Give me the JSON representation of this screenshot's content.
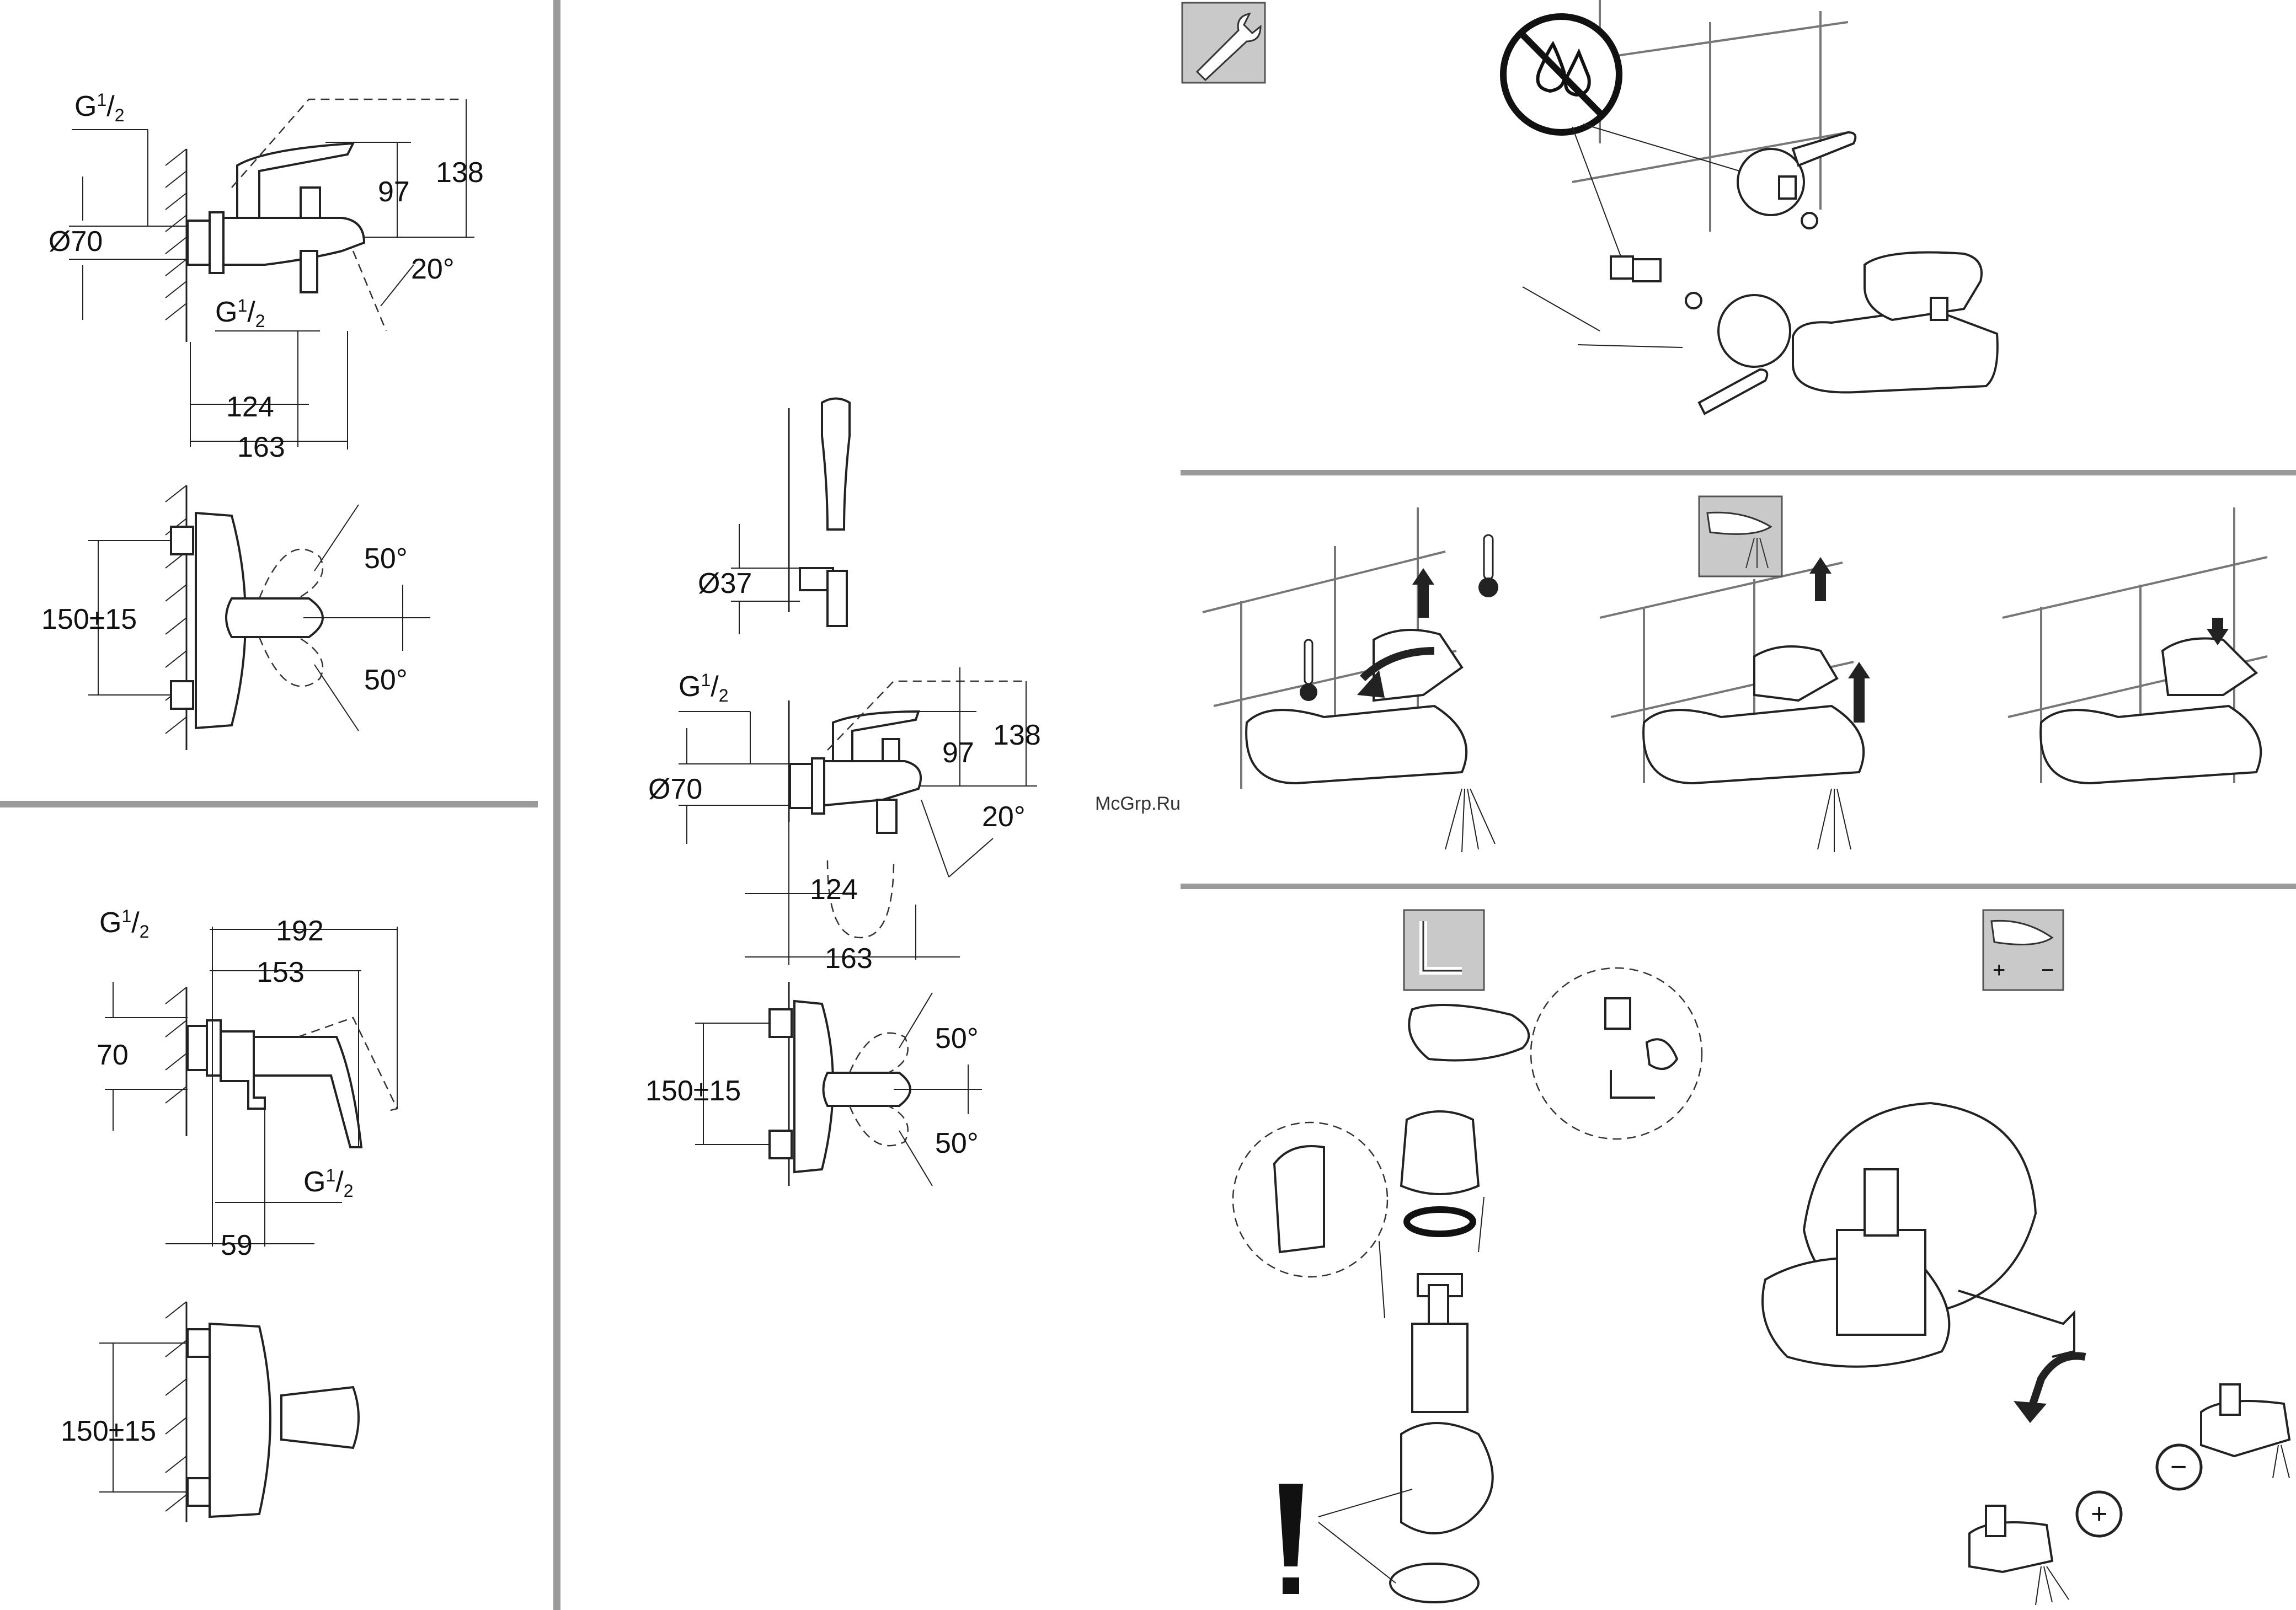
{
  "watermark": "McGrp.Ru",
  "dimensions": {
    "bath_top": {
      "g_half_1": "G",
      "g_half_1_frac_num": "1",
      "g_half_1_frac_den": "2",
      "dia70": "Ø70",
      "h97": "97",
      "h138": "138",
      "angle20": "20°",
      "g_half_2": "G",
      "g_half_2_frac_num": "1",
      "g_half_2_frac_den": "2",
      "w124": "124",
      "w163": "163"
    },
    "bath_plan": {
      "angle_up": "50°",
      "angle_down": "50°",
      "spacing": "150±15"
    },
    "shower_side": {
      "g_half_1": "G",
      "frac_num_1": "1",
      "frac_den_1": "2",
      "w192": "192",
      "w153": "153",
      "h70": "70",
      "g_half_2": "G",
      "frac_num_2": "1",
      "frac_den_2": "2",
      "w59": "59"
    },
    "shower_plan": {
      "spacing": "150±15"
    },
    "middle": {
      "dia37": "Ø37",
      "g_half": "G",
      "frac_num": "1",
      "frac_den": "2",
      "h97": "97",
      "h138": "138",
      "dia70": "Ø70",
      "angle20": "20°",
      "w124": "124",
      "w163": "163",
      "angle_up": "50°",
      "angle_down": "50°",
      "spacing": "150±15"
    },
    "adjust": {
      "plus": "+",
      "minus": "−"
    }
  },
  "icons": [
    "wrench-icon",
    "no-water-icon",
    "thermometer-icon",
    "spout-icon",
    "allen-key-icon",
    "flow-adjust-icon",
    "warning-icon"
  ],
  "colors": {
    "separator": "#9a9a9a",
    "icon_bg": "#c9c9c9",
    "line": "#222222"
  }
}
